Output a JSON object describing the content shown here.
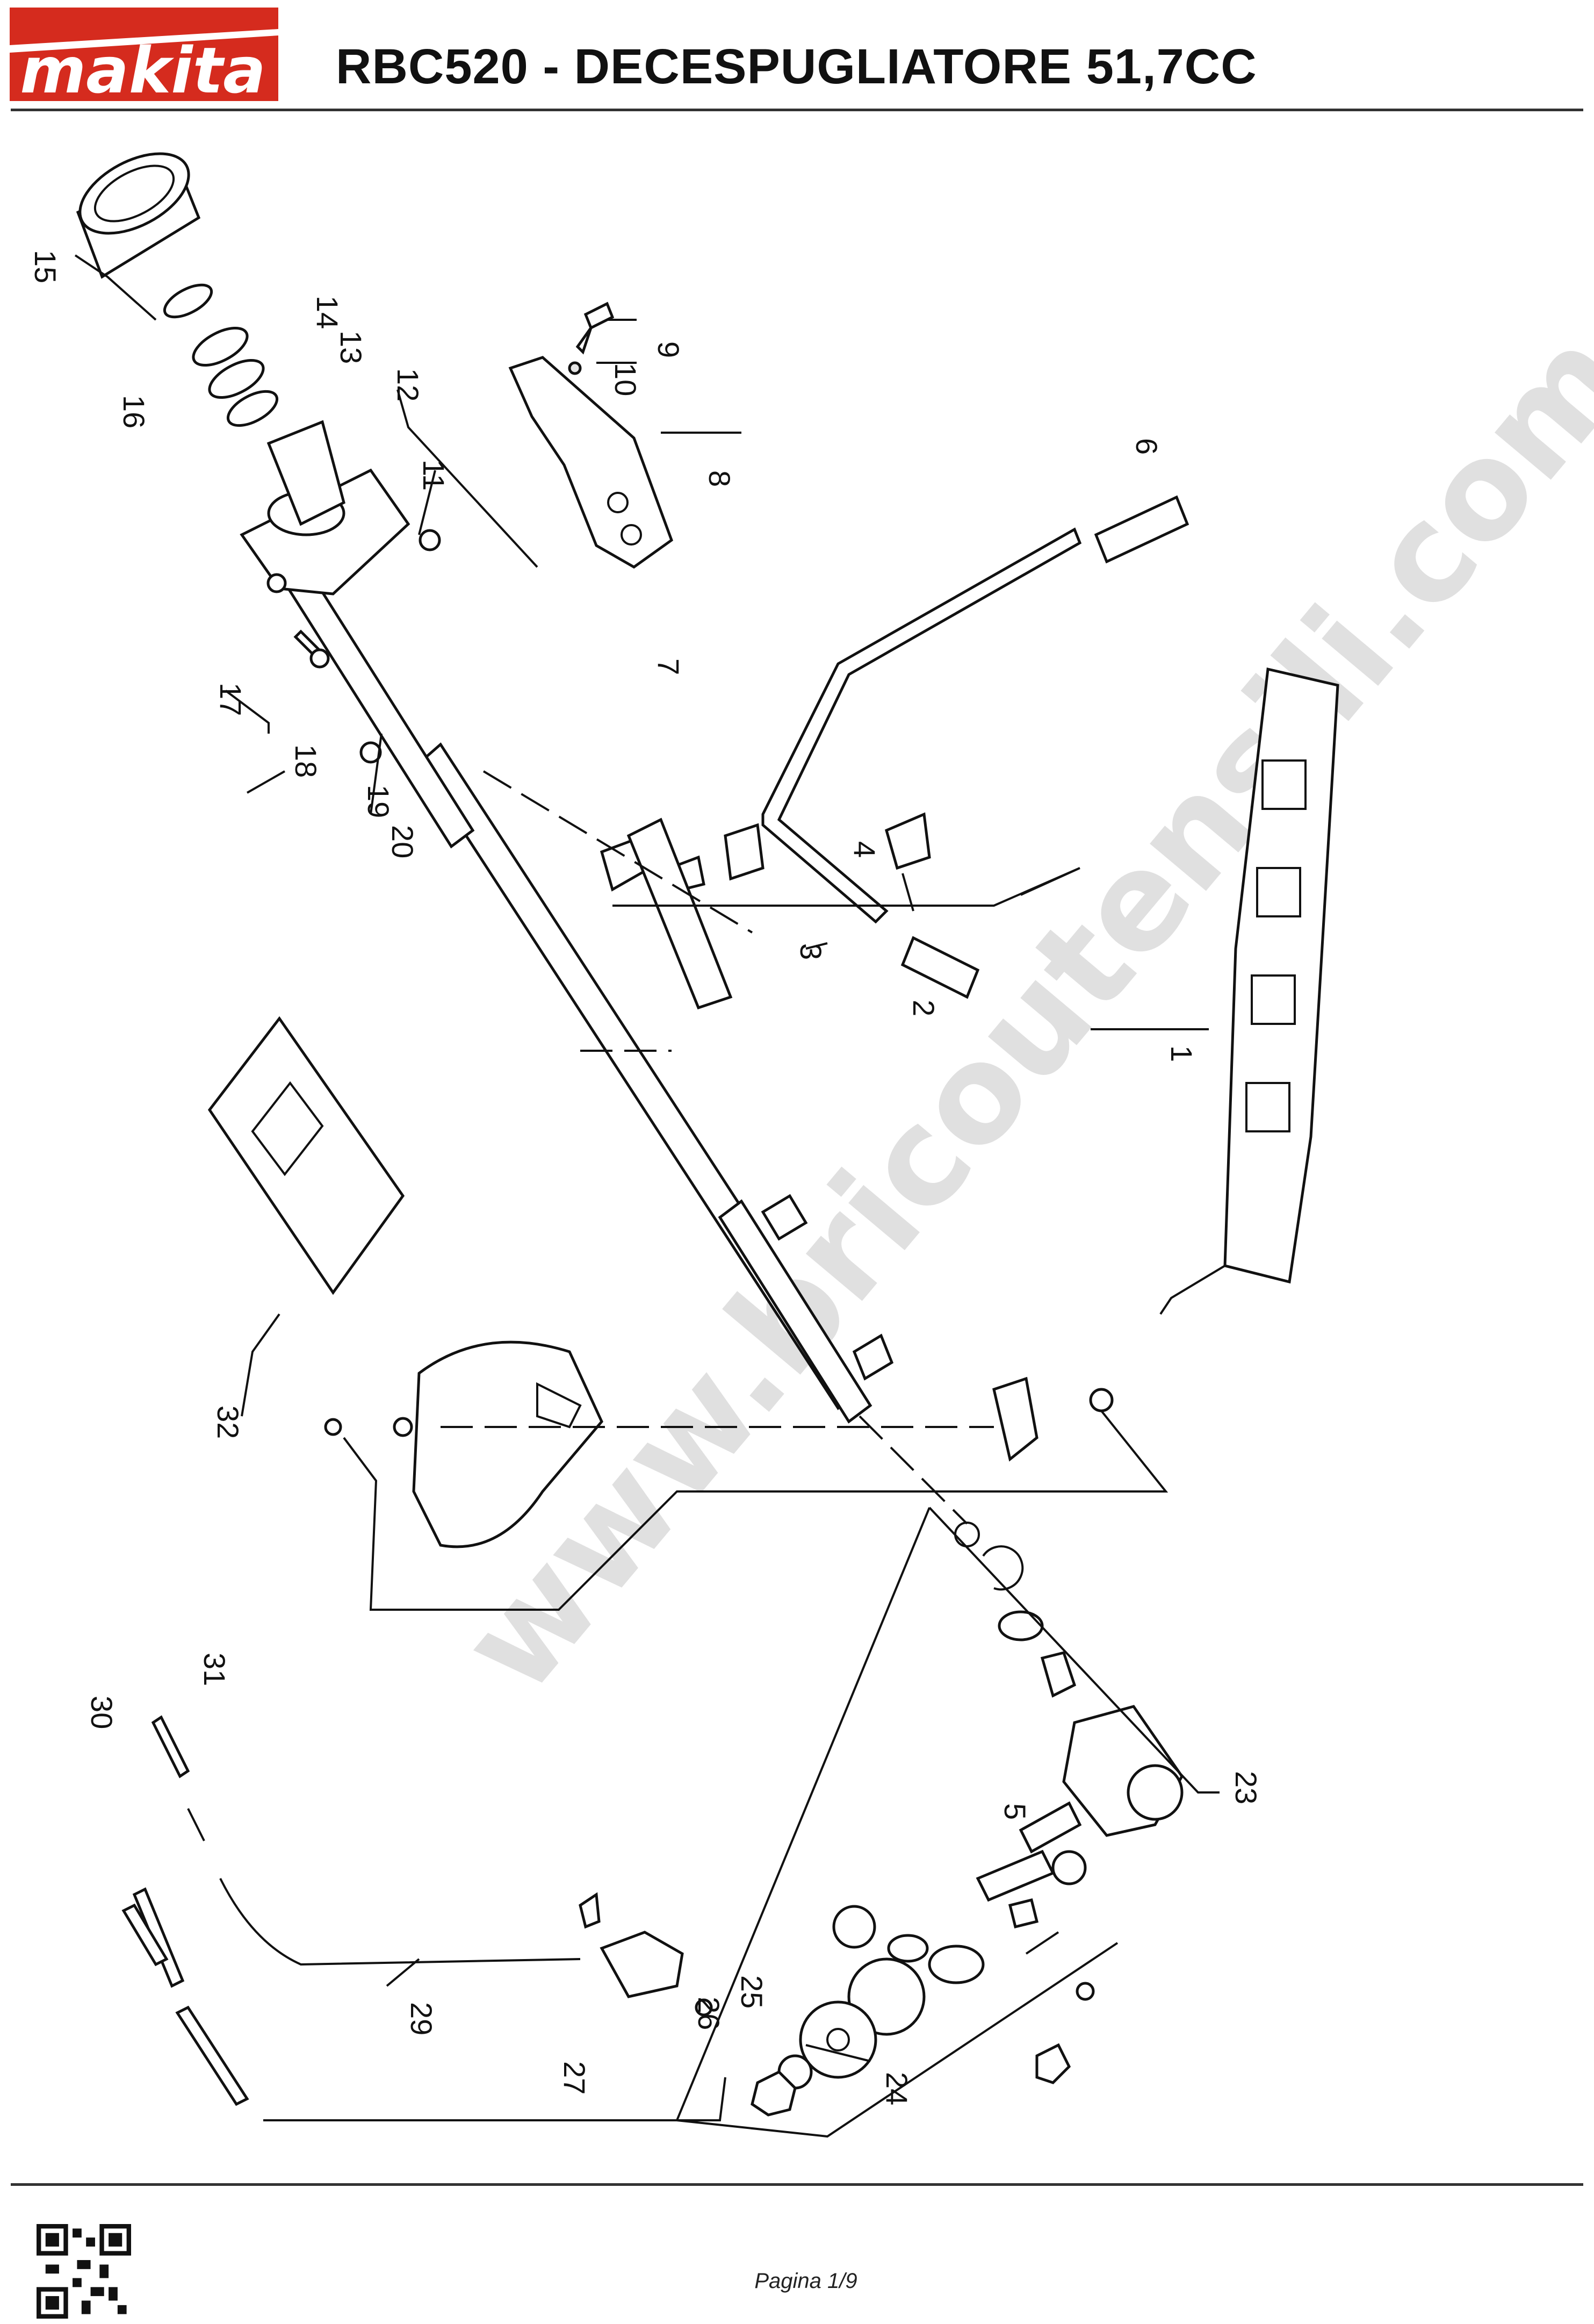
{
  "header": {
    "brand": "makita",
    "title": "RBC520 - DECESPUGLIATORE 51,7CC"
  },
  "watermark": "www.bricoutensili.com",
  "part_labels": {
    "p1": "1",
    "p2": "2",
    "p3": "3",
    "p4": "4",
    "p5": "5",
    "p6": "6",
    "p7": "7",
    "p8": "8",
    "p9": "9",
    "p10": "10",
    "p11": "11",
    "p12": "12",
    "p13": "13",
    "p14": "14",
    "p15": "15",
    "p16": "16",
    "p17": "17",
    "p18": "18",
    "p19": "19",
    "p20": "20",
    "p23": "23",
    "p24": "24",
    "p25": "25",
    "p26": "26",
    "p27": "27",
    "p29": "29",
    "p30": "30",
    "p31": "31",
    "p32": "32"
  },
  "footer": {
    "page": "Pagina 1/9",
    "qr": "qr-code"
  },
  "colors": {
    "brand_red": "#d52b1e",
    "ink": "#111111",
    "watermark": "#c8c8c8"
  }
}
